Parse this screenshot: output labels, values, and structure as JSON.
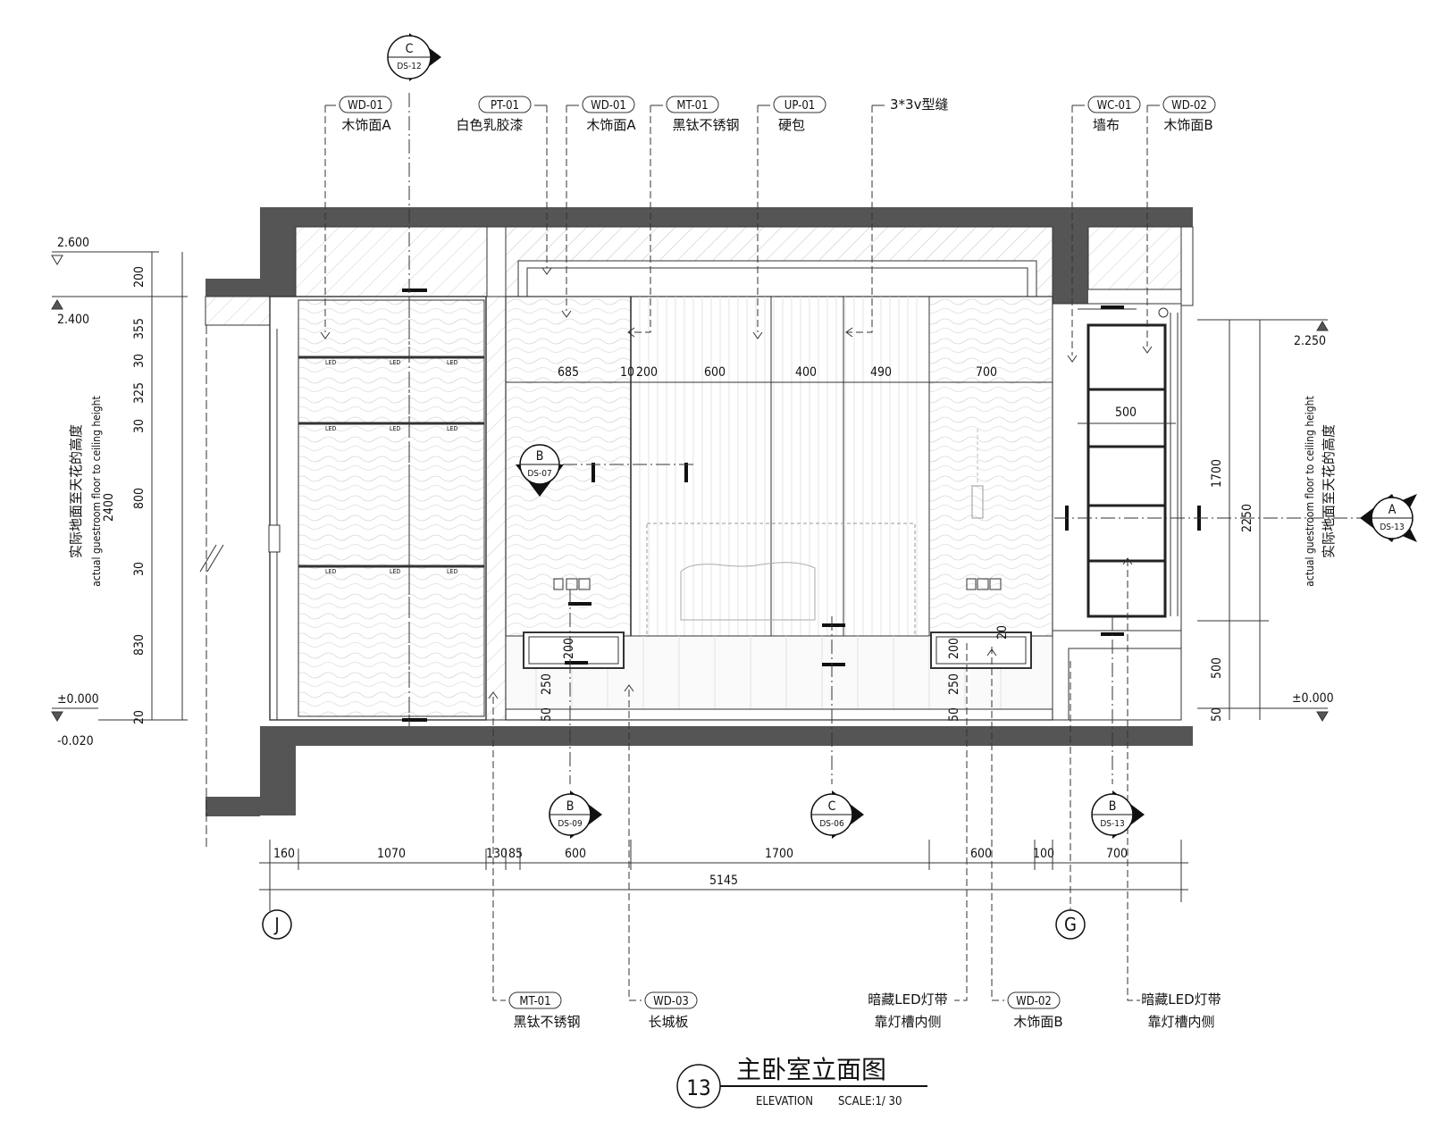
{
  "title": {
    "number": "13",
    "text": "主卧室立面图",
    "subtitle_elevation": "ELEVATION",
    "subtitle_scale": "SCALE:1/ 30"
  },
  "top_callouts": [
    {
      "code": "WD-01",
      "label": "木饰面A"
    },
    {
      "code": "PT-01",
      "label": "白色乳胶漆"
    },
    {
      "code": "WD-01",
      "label": "木饰面A"
    },
    {
      "code": "MT-01",
      "label": "黑钛不锈钢"
    },
    {
      "code": "UP-01",
      "label": "硬包"
    },
    {
      "code": "",
      "label": "3*3v型缝"
    },
    {
      "code": "WC-01",
      "label": "墙布"
    },
    {
      "code": "WD-02",
      "label": "木饰面B"
    }
  ],
  "bottom_callouts": [
    {
      "code": "MT-01",
      "label": "黑钛不锈钢"
    },
    {
      "code": "WD-03",
      "label": "长城板"
    },
    {
      "code": "",
      "label": "暗藏LED灯带",
      "label2": "靠灯槽内侧"
    },
    {
      "code": "WD-02",
      "label": "木饰面B"
    },
    {
      "code": "",
      "label": "暗藏LED灯带",
      "label2": "靠灯槽内侧"
    }
  ],
  "section_markers": [
    {
      "letter": "C",
      "sheet": "DS-12"
    },
    {
      "letter": "B",
      "sheet": "DS-07"
    },
    {
      "letter": "A",
      "sheet": "DS-13"
    },
    {
      "letter": "B",
      "sheet": "DS-09"
    },
    {
      "letter": "C",
      "sheet": "DS-06"
    },
    {
      "letter": "B",
      "sheet": "DS-13"
    }
  ],
  "levels": {
    "left": [
      "2.600",
      "2.400",
      "±0.000",
      "-0.020"
    ],
    "right": [
      "2.250",
      "±0.000"
    ]
  },
  "left_dims": {
    "segments": [
      "200",
      "355",
      "30",
      "325",
      "30",
      "800",
      "30",
      "830",
      "20"
    ],
    "total": "2400"
  },
  "right_dims": {
    "segments": [
      "1700",
      "500",
      "50"
    ],
    "total": "2250"
  },
  "panel_dims": [
    "685",
    "10",
    "200",
    "600",
    "400",
    "490",
    "700"
  ],
  "shelf_dim": "500",
  "inner_dims": [
    "200",
    "250",
    "50",
    "200",
    "250",
    "50",
    "20"
  ],
  "bottom_dims": {
    "segments": [
      "160",
      "1070",
      "130",
      "85",
      "600",
      "1700",
      "600",
      "100",
      "700"
    ],
    "total": "5145"
  },
  "grid_axes": [
    "J",
    "G"
  ],
  "height_note": {
    "cn": "实际地面至天花的高度",
    "en": "actual guestroom floor to ceiling height"
  },
  "led_text": "LED"
}
